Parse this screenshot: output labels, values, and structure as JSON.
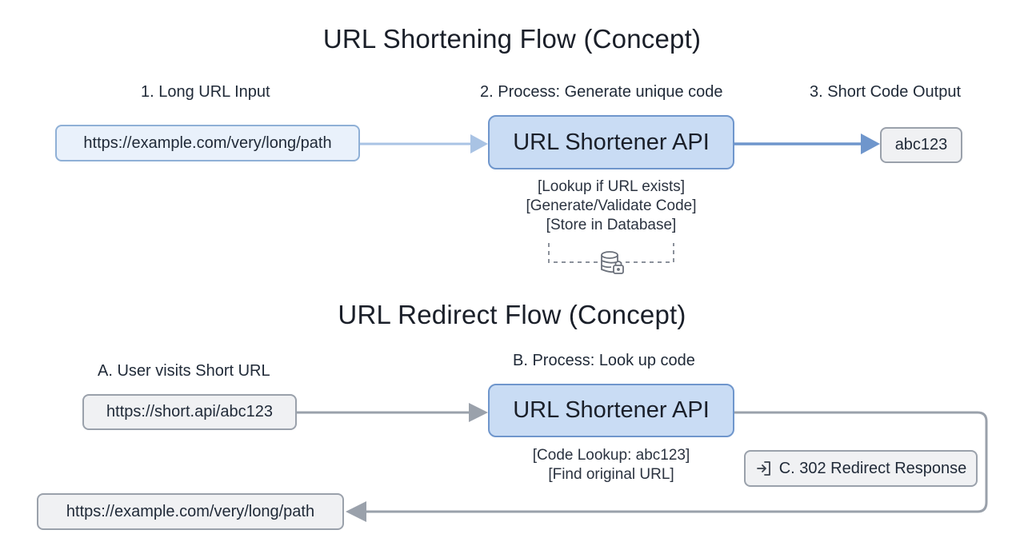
{
  "shortening": {
    "title": "URL Shortening Flow (Concept)",
    "step1_label": "1. Long URL Input",
    "step2_label": "2. Process: Generate unique code",
    "step3_label": "3. Short Code Output",
    "input_url": "https://example.com/very/long/path",
    "api_label": "URL Shortener API",
    "output_code": "abc123",
    "notes": [
      "[Lookup if URL exists]",
      "[Generate/Validate Code]",
      "[Store in Database]"
    ]
  },
  "redirect": {
    "title": "URL Redirect Flow (Concept)",
    "stepA_label": "A. User visits Short URL",
    "stepB_label": "B. Process: Look up code",
    "short_url": "https://short.api/abc123",
    "api_label": "URL Shortener API",
    "notes": [
      "[Code Lookup: abc123]",
      "[Find original URL]"
    ],
    "response_label": "C. 302 Redirect Response",
    "final_url": "https://example.com/very/long/path"
  },
  "colors": {
    "blue_arrow": "#6f96cc",
    "light_blue_arrow": "#9dbbe0",
    "gray_arrow": "#9aa1ab"
  },
  "icons": [
    "database-lock-icon",
    "redirect-enter-icon"
  ]
}
